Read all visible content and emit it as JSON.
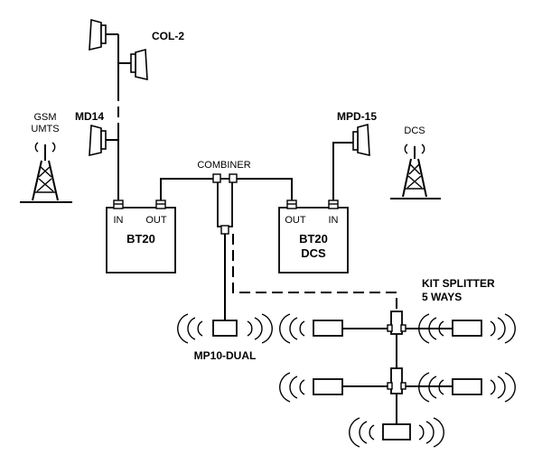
{
  "labels": {
    "col2": "COL-2",
    "md14": "MD14",
    "mpd15": "MPD-15",
    "gsm_line1": "GSM",
    "gsm_line2": "UMTS",
    "dcs_tower": "DCS",
    "combiner": "COMBINER",
    "bt20_left_in": "IN",
    "bt20_left_out": "OUT",
    "bt20_left_name": "BT20",
    "bt20_right_out": "OUT",
    "bt20_right_in": "IN",
    "bt20_right_name": "BT20",
    "bt20_right_sub": "DCS",
    "mp10": "MP10-DUAL",
    "kit_line1": "KIT SPLITTER",
    "kit_line2": "5 WAYS"
  },
  "icons": {
    "panel_antenna": "panel-antenna-icon",
    "tower": "cell-tower-icon",
    "indoor_antenna": "indoor-antenna-icon",
    "radio_waves": "radio-waves-icon"
  }
}
